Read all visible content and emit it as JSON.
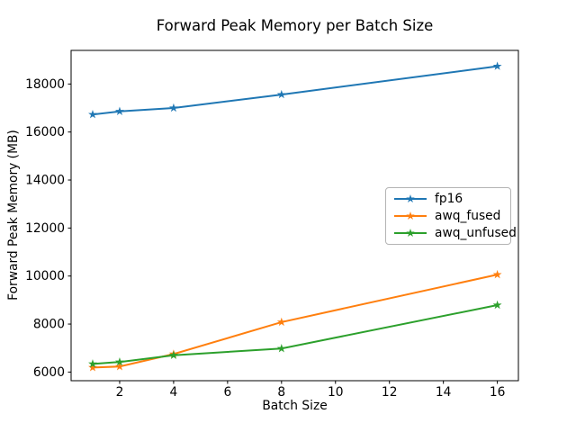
{
  "title": "Forward Peak Memory per Batch Size",
  "chart_data": {
    "type": "line",
    "title": "Forward Peak Memory per Batch Size",
    "xlabel": "Batch Size",
    "ylabel": "Forward Peak Memory (MB)",
    "x": [
      1,
      2,
      4,
      8,
      16
    ],
    "series": [
      {
        "name": "fp16",
        "color": "#1f77b4",
        "values": [
          16730,
          16860,
          17000,
          17560,
          18740
        ]
      },
      {
        "name": "awq_fused",
        "color": "#ff7f0e",
        "values": [
          6190,
          6230,
          6750,
          8080,
          10060
        ]
      },
      {
        "name": "awq_unfused",
        "color": "#2ca02c",
        "values": [
          6340,
          6420,
          6700,
          6980,
          8790
        ]
      }
    ],
    "xticks": [
      2,
      4,
      6,
      8,
      10,
      12,
      14,
      16
    ],
    "yticks": [
      6000,
      8000,
      10000,
      12000,
      14000,
      16000,
      18000
    ],
    "xlim": [
      0.2,
      16.78
    ],
    "ylim": [
      5640,
      19400
    ],
    "marker": "star",
    "grid": false,
    "legend_position": "center right",
    "spine_color": "#000000",
    "tick_label_color": "#000000"
  }
}
